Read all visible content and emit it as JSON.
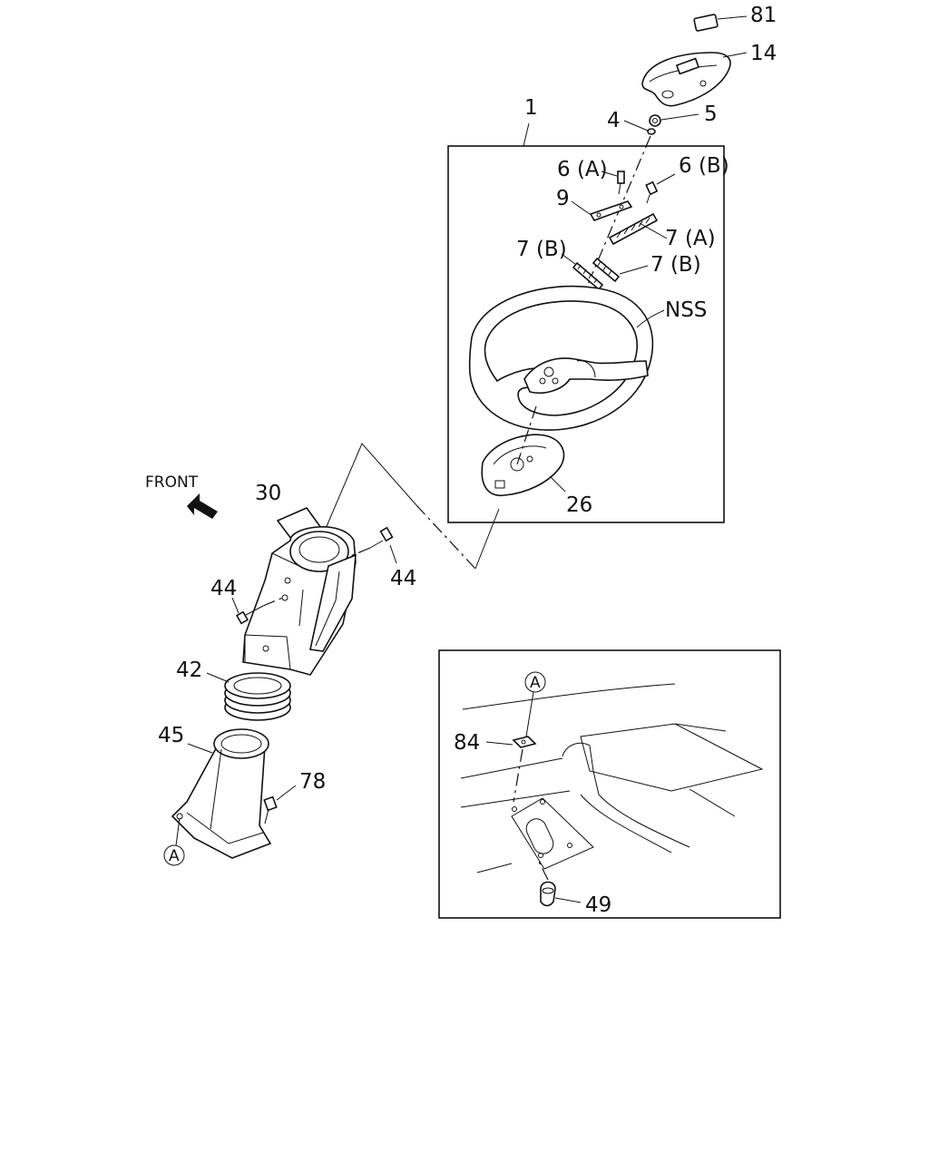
{
  "callouts": {
    "c81": "81",
    "c14": "14",
    "c1": "1",
    "c4": "4",
    "c5": "5",
    "c6a": "6 (A)",
    "c6b": "6 (B)",
    "c9": "9",
    "c7a": "7 (A)",
    "c7b_left": "7 (B)",
    "c7b_right": "7 (B)",
    "nss": "NSS",
    "c26": "26",
    "front": "FRONT",
    "c30": "30",
    "c44_left": "44",
    "c44_right": "44",
    "c42": "42",
    "c45": "45",
    "c78": "78",
    "ref_a_main": "A",
    "ref_a_detail": "A",
    "c84": "84",
    "c49": "49"
  },
  "icons": {
    "front_arrow": "front-direction-arrow-icon"
  }
}
